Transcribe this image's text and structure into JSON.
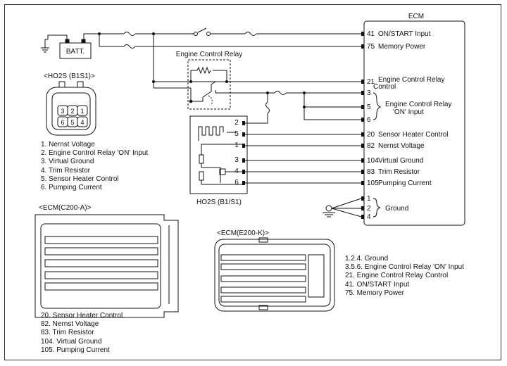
{
  "ecm": {
    "title": "ECM",
    "pins": [
      {
        "num": "41",
        "label": "ON/START Input"
      },
      {
        "num": "75",
        "label": "Memory Power"
      },
      {
        "num": "21",
        "label": "Engine Control Relay"
      },
      {
        "num": "",
        "label": "Control"
      },
      {
        "num": "3",
        "label": ""
      },
      {
        "num": "5",
        "label": ""
      },
      {
        "num": "6",
        "label": ""
      },
      {
        "num": "20",
        "label": "Sensor Heater Control"
      },
      {
        "num": "82",
        "label": "Nernst Voltage"
      },
      {
        "num": "104",
        "label": "Virtual Ground"
      },
      {
        "num": "83",
        "label": "Trim Resistor"
      },
      {
        "num": "105",
        "label": "Pumping Current"
      },
      {
        "num": "1",
        "label": ""
      },
      {
        "num": "2",
        "label": ""
      },
      {
        "num": "4",
        "label": ""
      }
    ],
    "relay_on_label": [
      "Engine Control Relay",
      "'ON' Input"
    ],
    "ground_label": "Ground"
  },
  "battery": {
    "label": "BATT."
  },
  "relay": {
    "title": "Engine Control Relay"
  },
  "sensor": {
    "title": "HO2S (B1/S1)",
    "pins": [
      "2",
      "5",
      "1",
      "3",
      "4",
      "6"
    ]
  },
  "connector_ho2s": {
    "title": "<HO2S (B1S1)>",
    "pins_top": [
      "3",
      "2",
      "1"
    ],
    "pins_bottom": [
      "6",
      "5",
      "4"
    ],
    "legend": [
      "1. Nernst Voltage",
      "2. Engine Control Relay 'ON' Input",
      "3. Virtual Ground",
      "4. Trim Resistor",
      "5. Sensor Heater Control",
      "6. Pumping Current"
    ]
  },
  "connector_c200": {
    "title": "<ECM(C200-A)>",
    "legend": [
      "20. Sensor Heater Control",
      "82. Nernst Voltage",
      "83. Trim Resistor",
      "104. Virtual Ground",
      "105. Pumping Current"
    ]
  },
  "connector_e200": {
    "title": "<ECM(E200-K)>",
    "legend": [
      "1.2.4. Ground",
      "3.5.6. Engine Control Relay 'ON' Input",
      "21. Engine Control Relay Control",
      "41. ON/START Input",
      "75. Memory Power"
    ]
  }
}
